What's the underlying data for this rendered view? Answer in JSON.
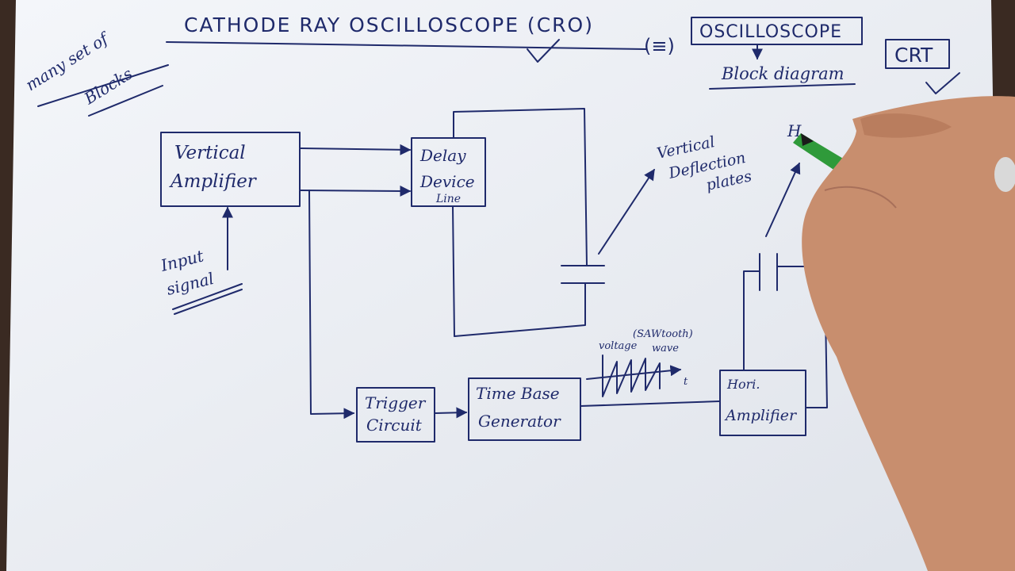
{
  "title": {
    "main": "CATHODE RAY OSCILLOSCOPE (CRO)",
    "equals": "(≡)",
    "boxed": "OSCILLOSCOPE",
    "sub": "Block diagram",
    "crt": "CRT"
  },
  "note": {
    "line1": "many set of",
    "line2": "Blocks"
  },
  "blocks": {
    "vertical_amplifier": {
      "line1": "Vertical",
      "line2": "Amplifier"
    },
    "delay_line": {
      "line1": "Delay",
      "line2": "Device",
      "line3": "Line"
    },
    "trigger_circuit": {
      "line1": "Trigger",
      "line2": "Circuit"
    },
    "time_base_generator": {
      "line1": "Time Base",
      "line2": "Generator"
    },
    "hori_amplifier": {
      "line1": "Hori.",
      "line2": "Amplifier"
    }
  },
  "labels": {
    "input_signal": {
      "line1": "Input",
      "line2": "signal"
    },
    "vertical_deflection": {
      "line1": "Vertical",
      "line2": "Deflection",
      "line3": "plates"
    },
    "sawtooth": {
      "voltage": "voltage",
      "kind": "(SAWtooth)",
      "wave": "wave",
      "t": "t"
    },
    "partial_h": "H"
  },
  "colors": {
    "ink": "#1f2a6b",
    "paper": "#eceff4",
    "pen": "#2f9a3a",
    "skin": "#c88e6e"
  }
}
